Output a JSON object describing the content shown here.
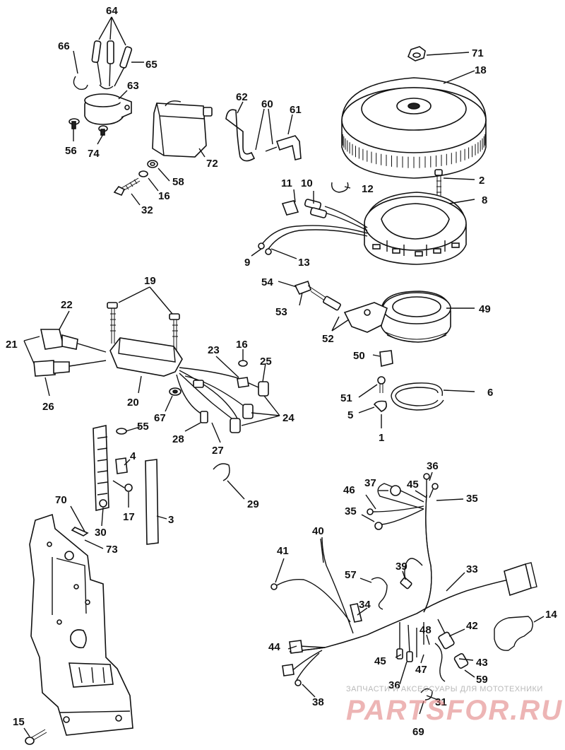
{
  "diagram": {
    "callouts": [
      {
        "id": "c64",
        "label": "64"
      },
      {
        "id": "c66",
        "label": "66"
      },
      {
        "id": "c65",
        "label": "65"
      },
      {
        "id": "c63",
        "label": "63"
      },
      {
        "id": "c56",
        "label": "56"
      },
      {
        "id": "c74",
        "label": "74"
      },
      {
        "id": "c62",
        "label": "62"
      },
      {
        "id": "c60",
        "label": "60"
      },
      {
        "id": "c61",
        "label": "61"
      },
      {
        "id": "c58",
        "label": "58"
      },
      {
        "id": "c72",
        "label": "72"
      },
      {
        "id": "c16a",
        "label": "16"
      },
      {
        "id": "c32",
        "label": "32"
      },
      {
        "id": "c71",
        "label": "71"
      },
      {
        "id": "c18",
        "label": "18"
      },
      {
        "id": "c2",
        "label": "2"
      },
      {
        "id": "c11",
        "label": "11"
      },
      {
        "id": "c10",
        "label": "10"
      },
      {
        "id": "c12",
        "label": "12"
      },
      {
        "id": "c8",
        "label": "8"
      },
      {
        "id": "c9",
        "label": "9"
      },
      {
        "id": "c13",
        "label": "13"
      },
      {
        "id": "c54",
        "label": "54"
      },
      {
        "id": "c53",
        "label": "53"
      },
      {
        "id": "c49",
        "label": "49"
      },
      {
        "id": "c52",
        "label": "52"
      },
      {
        "id": "c50",
        "label": "50"
      },
      {
        "id": "c51",
        "label": "51"
      },
      {
        "id": "c6",
        "label": "6"
      },
      {
        "id": "c5",
        "label": "5"
      },
      {
        "id": "c1",
        "label": "1"
      },
      {
        "id": "c19",
        "label": "19"
      },
      {
        "id": "c22",
        "label": "22"
      },
      {
        "id": "c21",
        "label": "21"
      },
      {
        "id": "c26",
        "label": "26"
      },
      {
        "id": "c20",
        "label": "20"
      },
      {
        "id": "c23",
        "label": "23"
      },
      {
        "id": "c16b",
        "label": "16"
      },
      {
        "id": "c25",
        "label": "25"
      },
      {
        "id": "c67",
        "label": "67"
      },
      {
        "id": "c24",
        "label": "24"
      },
      {
        "id": "c28",
        "label": "28"
      },
      {
        "id": "c27",
        "label": "27"
      },
      {
        "id": "c55",
        "label": "55"
      },
      {
        "id": "c4",
        "label": "4"
      },
      {
        "id": "c17",
        "label": "17"
      },
      {
        "id": "c3",
        "label": "3"
      },
      {
        "id": "c30",
        "label": "30"
      },
      {
        "id": "c29",
        "label": "29"
      },
      {
        "id": "c70",
        "label": "70"
      },
      {
        "id": "c73",
        "label": "73"
      },
      {
        "id": "c15",
        "label": "15"
      },
      {
        "id": "c36a",
        "label": "36"
      },
      {
        "id": "c37",
        "label": "37"
      },
      {
        "id": "c45a",
        "label": "45"
      },
      {
        "id": "c46",
        "label": "46"
      },
      {
        "id": "c35a",
        "label": "35"
      },
      {
        "id": "c35b",
        "label": "35"
      },
      {
        "id": "c40",
        "label": "40"
      },
      {
        "id": "c41",
        "label": "41"
      },
      {
        "id": "c57",
        "label": "57"
      },
      {
        "id": "c39",
        "label": "39"
      },
      {
        "id": "c33",
        "label": "33"
      },
      {
        "id": "c34",
        "label": "34"
      },
      {
        "id": "c14",
        "label": "14"
      },
      {
        "id": "c48",
        "label": "48"
      },
      {
        "id": "c42",
        "label": "42"
      },
      {
        "id": "c44",
        "label": "44"
      },
      {
        "id": "c45b",
        "label": "45"
      },
      {
        "id": "c47",
        "label": "47"
      },
      {
        "id": "c43",
        "label": "43"
      },
      {
        "id": "c59",
        "label": "59"
      },
      {
        "id": "c36b",
        "label": "36"
      },
      {
        "id": "c31",
        "label": "31"
      },
      {
        "id": "c38",
        "label": "38"
      },
      {
        "id": "c69",
        "label": "69"
      }
    ]
  },
  "watermark": {
    "tagline": "ЗАПЧАСТИ И АКСЕССУАРЫ ДЛЯ МОТОТЕХНИКИ",
    "brand": "PARTSFOR.RU",
    "color": "#e07a7a"
  }
}
